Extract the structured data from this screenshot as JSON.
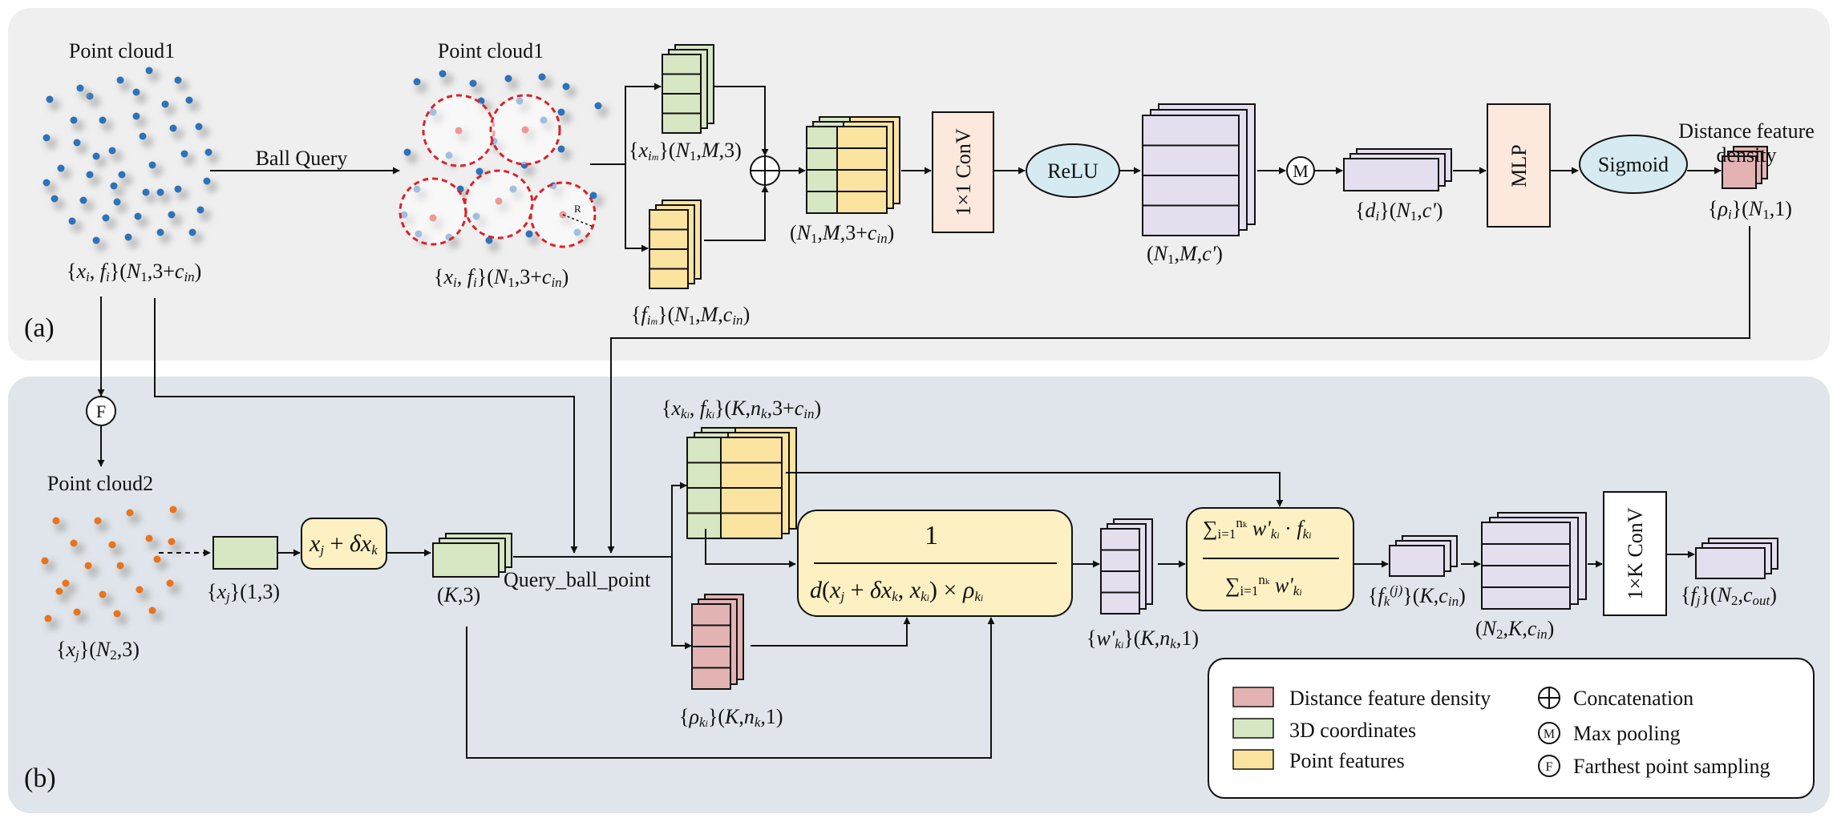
{
  "panels": {
    "a": "(a)",
    "b": "(b)"
  },
  "titles": {
    "pc1_left": "Point cloud1",
    "pc1_right": "Point cloud1",
    "pc2": "Point cloud2",
    "density": [
      "Distance feature",
      "density"
    ]
  },
  "ops": {
    "ball_query": "Ball Query",
    "conv1": "1×1 ConV",
    "relu": "ReLU",
    "mlp": "MLP",
    "sigmoid": "Sigmoid",
    "convk": "1×K ConV",
    "query_ball_point": "Query_ball_point",
    "max_pool_symbol": "M",
    "fps_symbol": "F",
    "radius_label": "R"
  },
  "legend": {
    "items": [
      {
        "label": "Distance feature density",
        "color": "#e3b3b3"
      },
      {
        "label": "3D coordinates",
        "color": "#d7e6c3"
      },
      {
        "label": "Point features",
        "color": "#fbe3a0"
      }
    ],
    "symbols": [
      {
        "symbol": "⊕",
        "label": "Concatenation"
      },
      {
        "symbol": "M",
        "label": "Max pooling"
      },
      {
        "symbol": "F",
        "label": "Farthest point sampling"
      }
    ]
  },
  "colors": {
    "panel_a_bg": "#efefef",
    "panel_b_bg": "#dfe5ea",
    "coord_fill": "#d7e6c3",
    "feature_fill": "#fbe3a0",
    "density_fill": "#e3b3b3",
    "purple_fill": "#e4deef",
    "conv_fill": "#fde8dd",
    "ellipse_fill": "#d6eaf1",
    "blue_point": "#2e72b8",
    "red_point": "#d81e1e",
    "orange_point": "#e8741e"
  }
}
